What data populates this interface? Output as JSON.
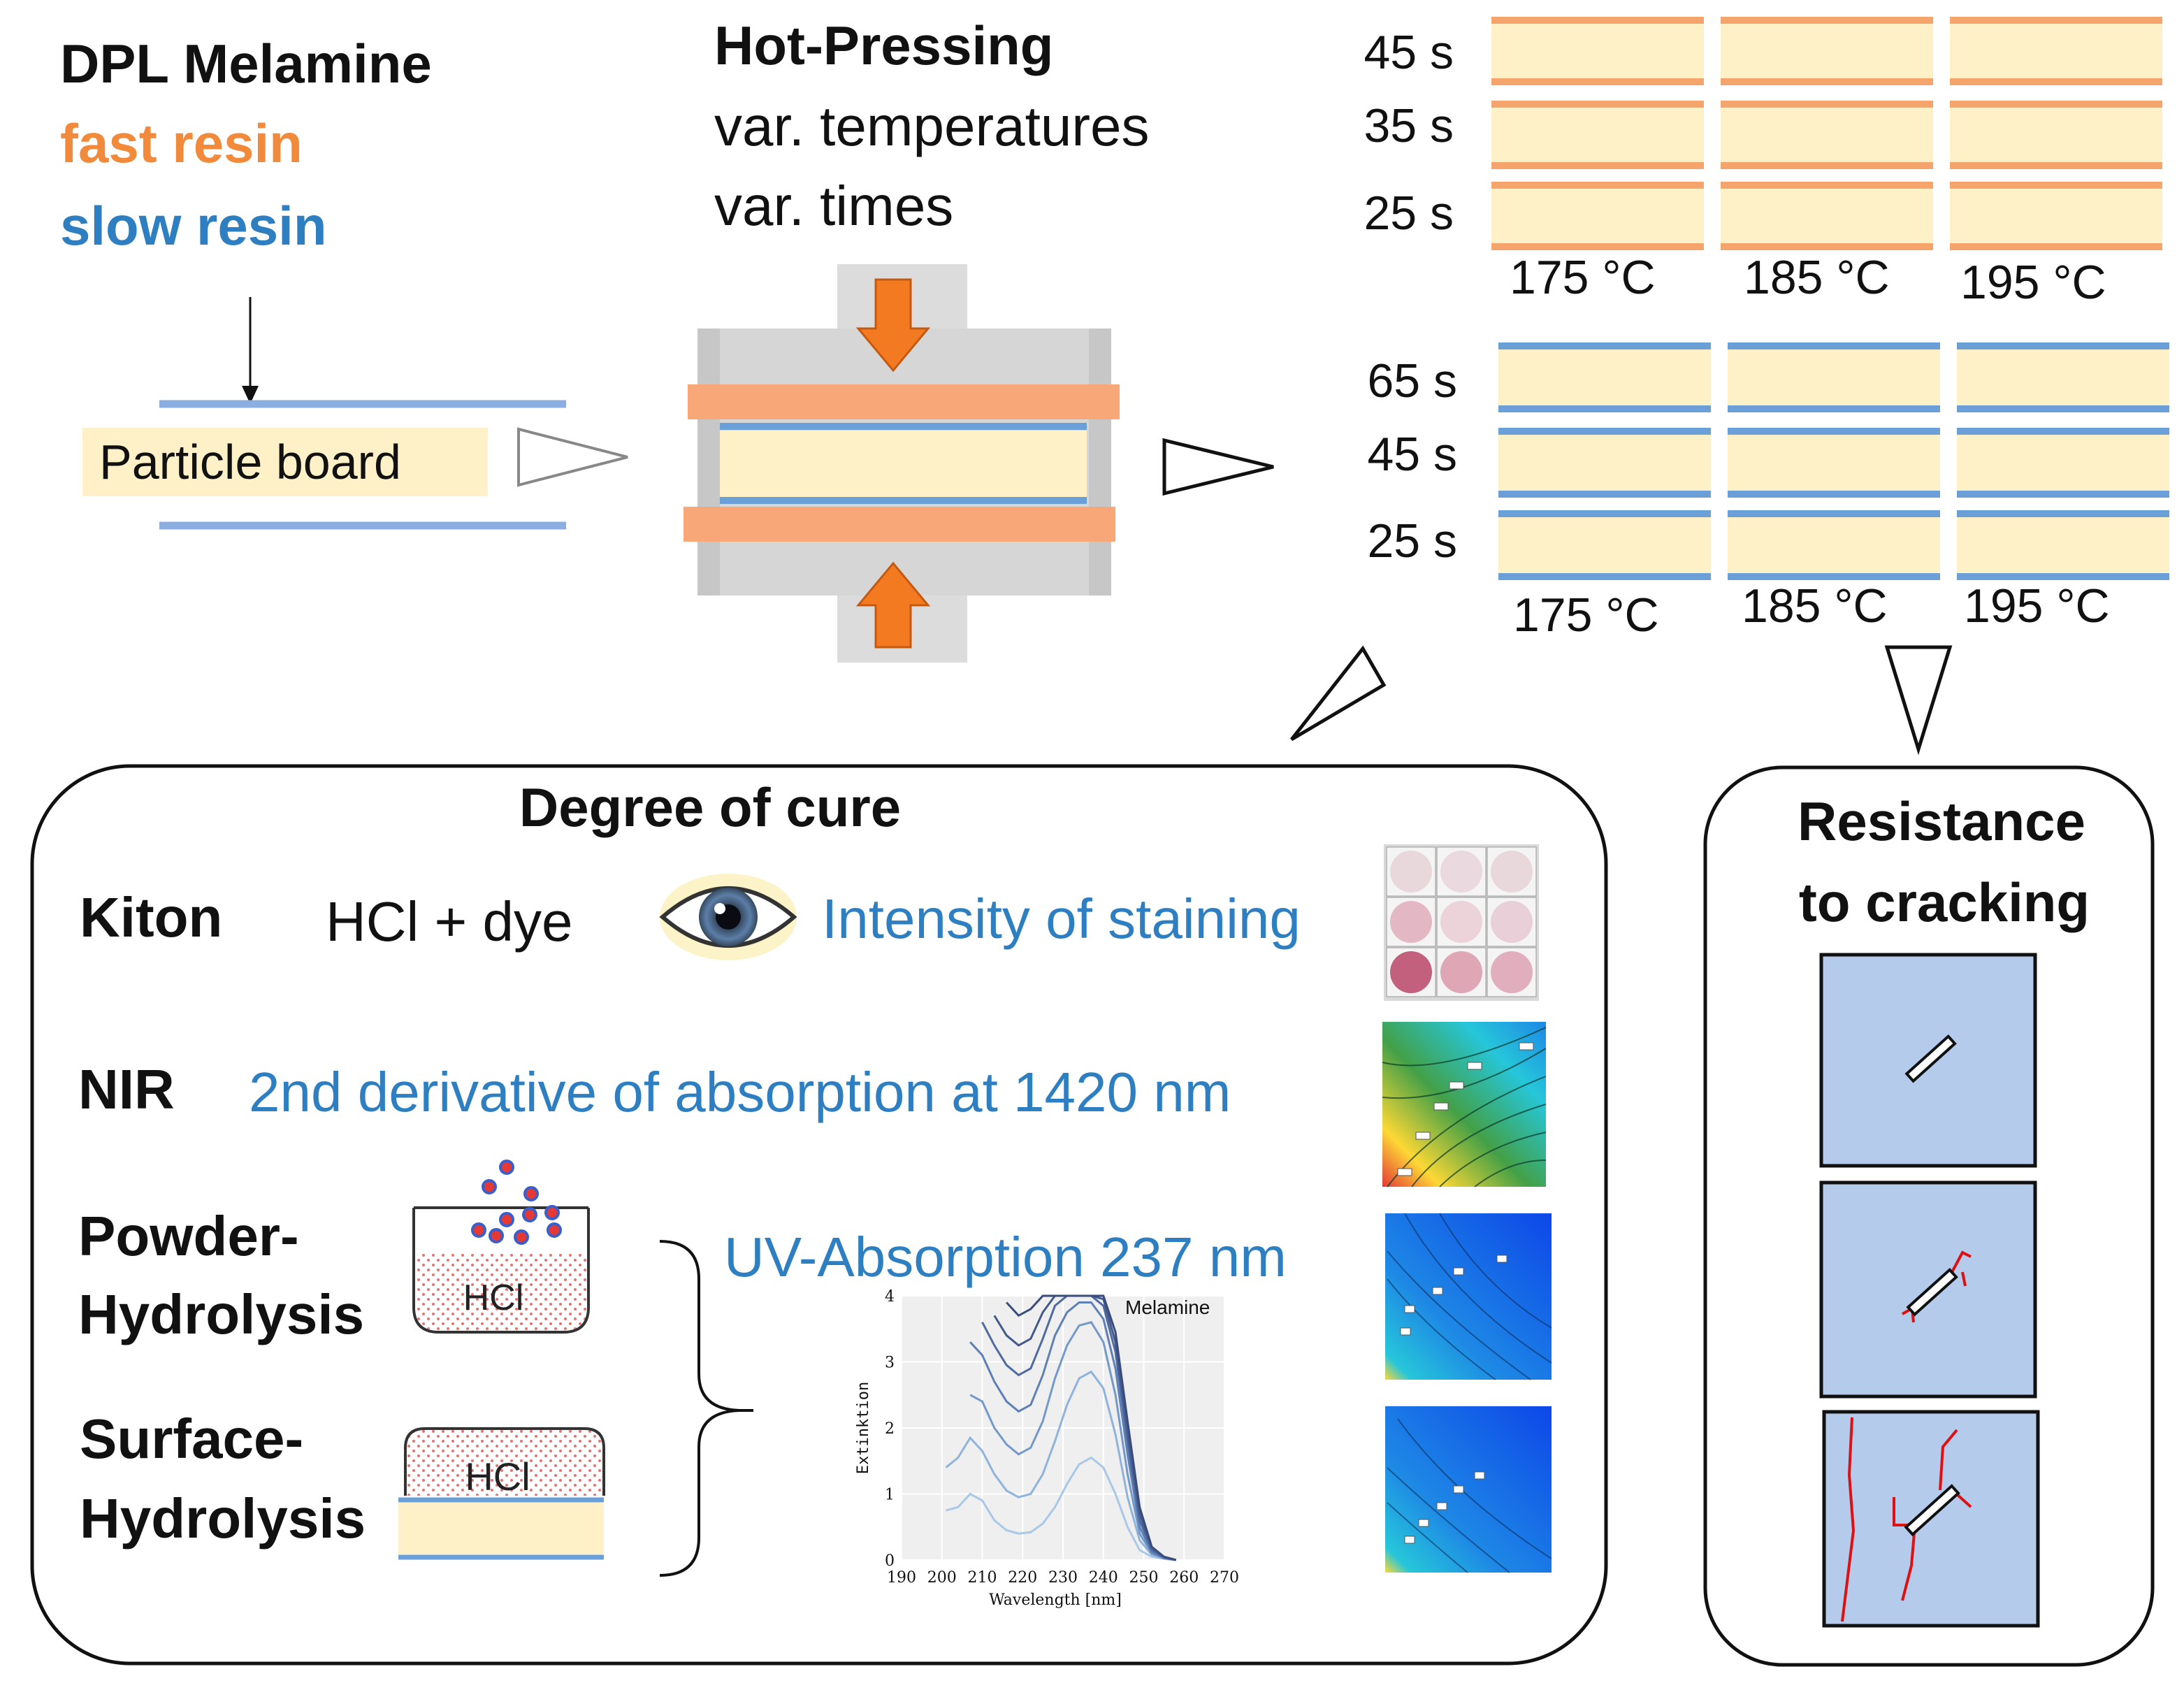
{
  "resins": {
    "title": "DPL Melamine",
    "fast": "fast resin",
    "slow": "slow resin",
    "fast_color": "#F5A46B",
    "slow_color": "#3A86C8"
  },
  "particle_board": {
    "label": "Particle board"
  },
  "hot_pressing": {
    "title": "Hot-Pressing",
    "line1": "var.  temperatures",
    "line2": "var. times"
  },
  "fast_grid": {
    "times": [
      "45 s",
      "35 s",
      "25 s"
    ],
    "temps": [
      "175 °C",
      "185 °C",
      "195 °C"
    ]
  },
  "slow_grid": {
    "times": [
      "65 s",
      "45 s",
      "25 s"
    ],
    "temps": [
      "175 °C",
      "185 °C",
      "195 °C"
    ]
  },
  "cure": {
    "title": "Degree of cure",
    "kiton": {
      "label": "Kiton",
      "reagent": "HCl + dye",
      "result": "Intensity of staining"
    },
    "nir": {
      "label": "NIR",
      "result": "2nd derivative of absorption at 1420 nm"
    },
    "powder": {
      "label1": "Powder-",
      "label2": "Hydrolysis",
      "hcl": "HCl"
    },
    "surface": {
      "label1": "Surface-",
      "label2": "Hydrolysis",
      "hcl": "HCl"
    },
    "uv": {
      "result": "UV-Absorption 237 nm"
    }
  },
  "cracking": {
    "title1": "Resistance",
    "title2": "to cracking"
  },
  "chart_data": {
    "type": "line",
    "title": "Melamine",
    "xlabel": "Wavelength [nm]",
    "ylabel": "Extinktion",
    "xlim": [
      190,
      270
    ],
    "ylim": [
      0,
      4
    ],
    "x_ticks": [
      "190",
      "200",
      "210",
      "220",
      "230",
      "240",
      "250",
      "260",
      "270"
    ],
    "y_ticks": [
      "0",
      "1",
      "2",
      "3",
      "4"
    ],
    "x": [
      201,
      204,
      207,
      210,
      213,
      216,
      219,
      222,
      225,
      228,
      231,
      234,
      237,
      240,
      243,
      246,
      249,
      252,
      255,
      258
    ],
    "series": [
      {
        "values": [
          0.75,
          0.8,
          1.0,
          0.9,
          0.6,
          0.45,
          0.4,
          0.42,
          0.55,
          0.8,
          1.15,
          1.45,
          1.55,
          1.4,
          1.0,
          0.5,
          0.15,
          0.05,
          0.02,
          0.0
        ]
      },
      {
        "values": [
          1.4,
          1.55,
          1.85,
          1.65,
          1.3,
          1.05,
          0.95,
          1.0,
          1.3,
          1.8,
          2.35,
          2.75,
          2.85,
          2.6,
          1.9,
          0.95,
          0.3,
          0.08,
          0.02,
          0.0
        ]
      },
      {
        "values": [
          null,
          null,
          2.5,
          2.4,
          2.0,
          1.75,
          1.6,
          1.7,
          2.1,
          2.75,
          3.25,
          3.55,
          3.6,
          3.3,
          2.5,
          1.3,
          0.4,
          0.1,
          0.03,
          0.0
        ]
      },
      {
        "values": [
          null,
          null,
          3.3,
          3.1,
          2.7,
          2.4,
          2.25,
          2.35,
          2.8,
          3.4,
          3.75,
          3.9,
          3.9,
          3.65,
          2.9,
          1.6,
          0.5,
          0.12,
          0.03,
          0.0
        ]
      },
      {
        "values": [
          null,
          null,
          null,
          3.6,
          3.25,
          2.95,
          2.8,
          2.9,
          3.35,
          3.85,
          4.0,
          4.0,
          4.0,
          3.85,
          3.15,
          1.8,
          0.6,
          0.15,
          0.04,
          0.0
        ]
      },
      {
        "values": [
          null,
          null,
          null,
          null,
          3.7,
          3.4,
          3.25,
          3.35,
          3.75,
          4.0,
          4.0,
          4.0,
          4.0,
          3.95,
          3.3,
          1.95,
          0.7,
          0.18,
          0.05,
          0.0
        ]
      },
      {
        "values": [
          null,
          null,
          null,
          null,
          null,
          3.9,
          3.7,
          3.8,
          4.0,
          4.0,
          4.0,
          4.0,
          4.0,
          4.0,
          3.45,
          2.1,
          0.8,
          0.2,
          0.05,
          0.0
        ]
      }
    ]
  }
}
